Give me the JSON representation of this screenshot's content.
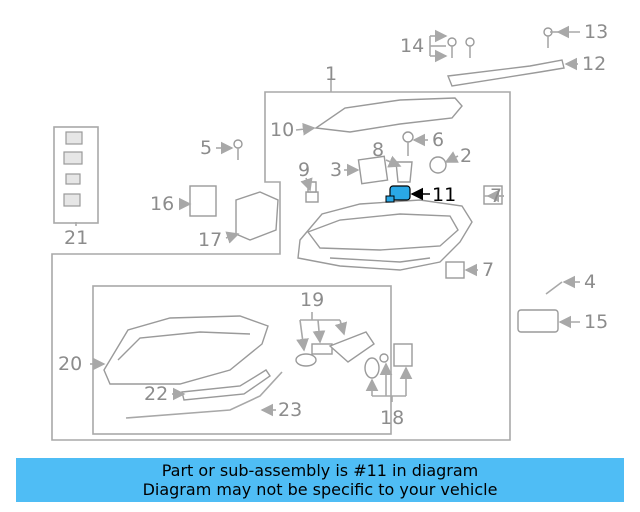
{
  "callouts": {
    "c1": "1",
    "c2": "2",
    "c3": "3",
    "c4": "4",
    "c5": "5",
    "c6": "6",
    "c7a": "7",
    "c7b": "7",
    "c8": "8",
    "c9": "9",
    "c10": "10",
    "c11": "11",
    "c12": "12",
    "c13": "13",
    "c14": "14",
    "c15": "15",
    "c16": "16",
    "c17": "17",
    "c18": "18",
    "c19": "19",
    "c20": "20",
    "c21": "21",
    "c22": "22",
    "c23": "23"
  },
  "highlight_callout": "11",
  "colors": {
    "highlight_part": "#2aa8e6",
    "banner": "#4fbdf5",
    "line": "#a8a8a8"
  },
  "banner": {
    "line1": "Part or sub-assembly is #11 in diagram",
    "line2": "Diagram may not be specific to your vehicle"
  }
}
